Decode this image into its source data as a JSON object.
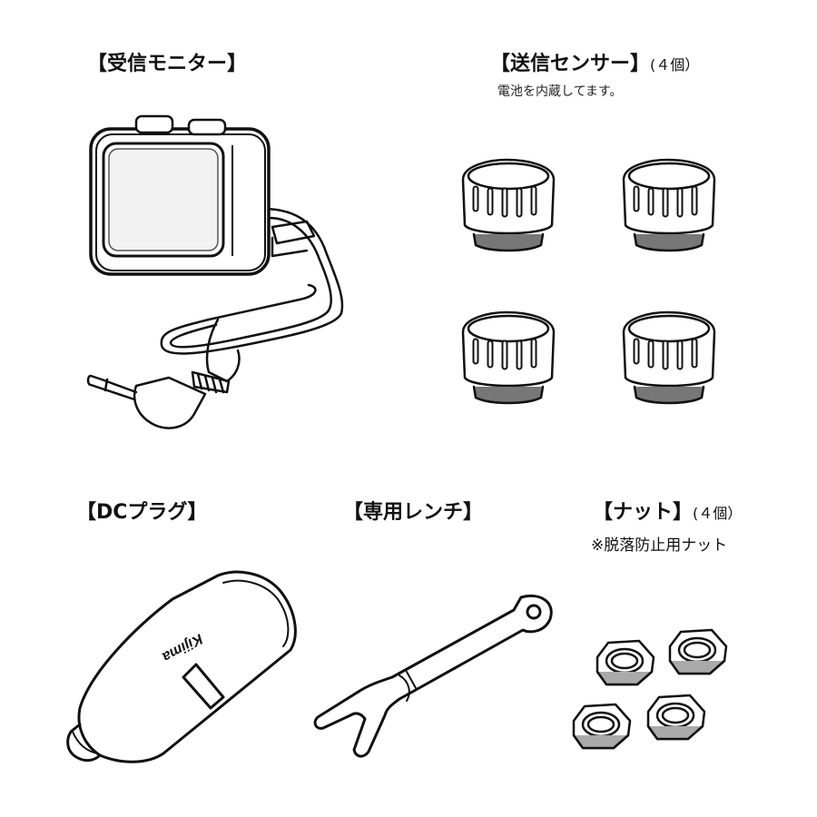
{
  "items": {
    "monitor": {
      "label": "【受信モニター】"
    },
    "sensor": {
      "label": "【送信センサー】",
      "qty": "(４個）",
      "note": "電池を内蔵してます。"
    },
    "dc_plug": {
      "label": "【DCプラグ】",
      "brand": "Kijima"
    },
    "wrench": {
      "label": "【専用レンチ】"
    },
    "nut": {
      "label": "【ナット】",
      "qty": "(４個）",
      "note": "※脱落防止用ナット"
    }
  }
}
